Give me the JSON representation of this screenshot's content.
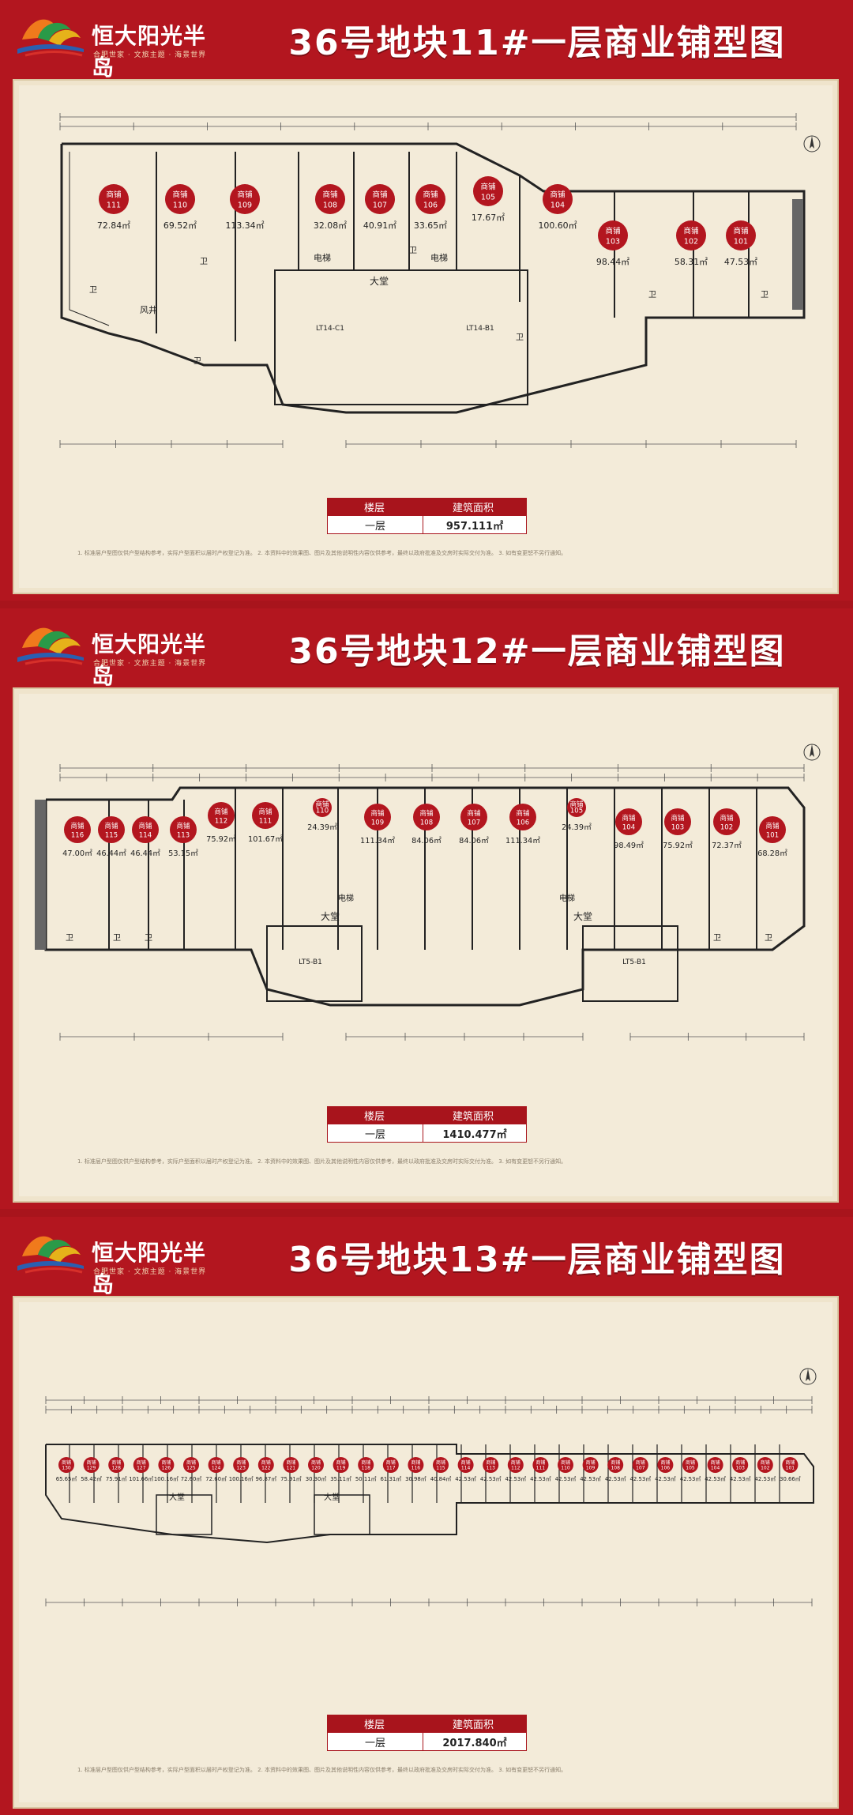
{
  "brand": {
    "name": "恒大阳光半岛",
    "tagline": "合肥世家 · 文旅主题 · 海景世界"
  },
  "table_headers": {
    "floor": "楼层",
    "area": "建筑面积"
  },
  "sheets": [
    {
      "title": "36号地块11#一层商业铺型图",
      "floor": "一层",
      "total_area": "957.111㎡",
      "note": "1. 标准层户型图仅供户型结构参考，实际户型面积以届时产权登记为准。 2. 本资料中的效果图、图片及其他说明性内容仅供参考，最终以政府批准及交房时实际交付为准。 3. 如有变更恕不另行通知。",
      "labels": {
        "hall": "大堂",
        "elevator": "电梯",
        "toilet": "卫",
        "shaft": "风井",
        "lt_left": "LT14-C1",
        "lt_right": "LT14-B1",
        "word_shop": "商铺"
      },
      "shops": [
        {
          "no": "111",
          "area": "72.84㎡"
        },
        {
          "no": "110",
          "area": "69.52㎡"
        },
        {
          "no": "109",
          "area": "113.34㎡"
        },
        {
          "no": "108",
          "area": "32.08㎡"
        },
        {
          "no": "107",
          "area": "40.91㎡"
        },
        {
          "no": "106",
          "area": "33.65㎡"
        },
        {
          "no": "105",
          "area": "17.67㎡"
        },
        {
          "no": "104",
          "area": "100.60㎡"
        },
        {
          "no": "103",
          "area": "98.44㎡"
        },
        {
          "no": "102",
          "area": "58.31㎡"
        },
        {
          "no": "101",
          "area": "47.53㎡"
        }
      ]
    },
    {
      "title": "36号地块12#一层商业铺型图",
      "floor": "一层",
      "total_area": "1410.477㎡",
      "note": "1. 标准层户型图仅供户型结构参考，实际户型面积以届时产权登记为准。 2. 本资料中的效果图、图片及其他说明性内容仅供参考，最终以政府批准及交房时实际交付为准。 3. 如有变更恕不另行通知。",
      "labels": {
        "hall": "大堂",
        "elevator": "电梯",
        "toilet": "卫",
        "lt_left": "LT5-B1",
        "lt_right": "LT5-B1",
        "word_shop": "商铺"
      },
      "shops": [
        {
          "no": "116",
          "area": "47.00㎡"
        },
        {
          "no": "115",
          "area": "46.44㎡"
        },
        {
          "no": "114",
          "area": "46.44㎡"
        },
        {
          "no": "113",
          "area": "53.15㎡"
        },
        {
          "no": "112",
          "area": "75.92㎡"
        },
        {
          "no": "111",
          "area": "101.67㎡"
        },
        {
          "no": "110",
          "area": "24.39㎡"
        },
        {
          "no": "109",
          "area": "111.34㎡"
        },
        {
          "no": "108",
          "area": "84.06㎡"
        },
        {
          "no": "107",
          "area": "84.06㎡"
        },
        {
          "no": "106",
          "area": "111.34㎡"
        },
        {
          "no": "105",
          "area": "24.39㎡"
        },
        {
          "no": "104",
          "area": "98.49㎡"
        },
        {
          "no": "103",
          "area": "75.92㎡"
        },
        {
          "no": "102",
          "area": "72.37㎡"
        },
        {
          "no": "101",
          "area": "68.28㎡"
        }
      ]
    },
    {
      "title": "36号地块13#一层商业铺型图",
      "floor": "一层",
      "total_area": "2017.840㎡",
      "note": "1. 标准层户型图仅供户型结构参考，实际户型面积以届时产权登记为准。 2. 本资料中的效果图、图片及其他说明性内容仅供参考，最终以政府批准及交房时实际交付为准。 3. 如有变更恕不另行通知。",
      "labels": {
        "hall": "大堂",
        "word_shop": "商铺"
      },
      "shops": [
        {
          "no": "130",
          "area": "65.65㎡"
        },
        {
          "no": "129",
          "area": "58.42㎡"
        },
        {
          "no": "128",
          "area": "75.91㎡"
        },
        {
          "no": "127",
          "area": "101.66㎡"
        },
        {
          "no": "126",
          "area": "100.16㎡"
        },
        {
          "no": "125",
          "area": "72.60㎡"
        },
        {
          "no": "124",
          "area": "72.60㎡"
        },
        {
          "no": "123",
          "area": "100.16㎡"
        },
        {
          "no": "122",
          "area": "96.87㎡"
        },
        {
          "no": "121",
          "area": "75.91㎡"
        },
        {
          "no": "120",
          "area": "30.30㎡"
        },
        {
          "no": "119",
          "area": "35.11㎡"
        },
        {
          "no": "118",
          "area": "50.11㎡"
        },
        {
          "no": "117",
          "area": "61.31㎡"
        },
        {
          "no": "116",
          "area": "30.98㎡"
        },
        {
          "no": "115",
          "area": "40.84㎡"
        },
        {
          "no": "114",
          "area": "42.53㎡"
        },
        {
          "no": "113",
          "area": "42.53㎡"
        },
        {
          "no": "112",
          "area": "42.53㎡"
        },
        {
          "no": "111",
          "area": "42.53㎡"
        },
        {
          "no": "110",
          "area": "42.53㎡"
        },
        {
          "no": "109",
          "area": "42.53㎡"
        },
        {
          "no": "108",
          "area": "42.53㎡"
        },
        {
          "no": "107",
          "area": "42.53㎡"
        },
        {
          "no": "106",
          "area": "42.53㎡"
        },
        {
          "no": "105",
          "area": "42.53㎡"
        },
        {
          "no": "104",
          "area": "42.53㎡"
        },
        {
          "no": "103",
          "area": "42.53㎡"
        },
        {
          "no": "102",
          "area": "42.53㎡"
        },
        {
          "no": "101",
          "area": "30.66㎡"
        }
      ]
    }
  ]
}
